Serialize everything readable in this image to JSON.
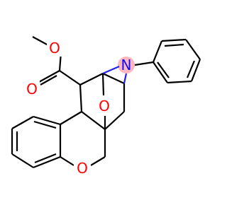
{
  "atoms": {
    "ester_o_methoxy": "O",
    "ester_o_carbonyl": "O",
    "bridge_o": "O",
    "ring_o": "O",
    "aziridine_n": "N"
  },
  "colors": {
    "carbon_bond": "#000000",
    "oxygen": "#ff0000",
    "nitrogen": "#1010ee",
    "nitrogen_highlight": "#ffb6c1",
    "background": "#ffffff"
  }
}
